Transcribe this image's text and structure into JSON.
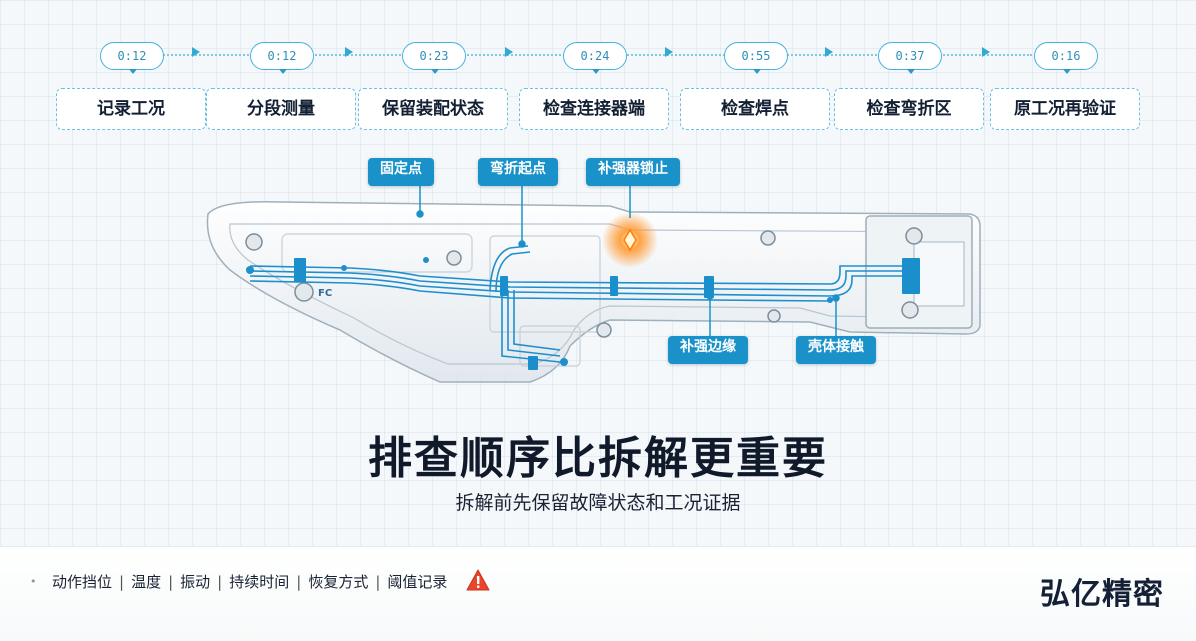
{
  "flow": {
    "steps": [
      {
        "time": "0:12",
        "label": "记录工况"
      },
      {
        "time": "0:12",
        "label": "分段测量"
      },
      {
        "time": "0:23",
        "label": "保留装配状态"
      },
      {
        "time": "0:24",
        "label": "检查连接器端"
      },
      {
        "time": "0:55",
        "label": "检查焊点"
      },
      {
        "time": "0:37",
        "label": "检查弯折区"
      },
      {
        "time": "0:16",
        "label": "原工况再验证"
      }
    ]
  },
  "diagram": {
    "callouts": {
      "fixed_point": "固定点",
      "bend_start": "弯折起点",
      "stiffener_lock": "补强器锁止",
      "stiffener_edge": "补强边缘",
      "shell_contact": "壳体接触"
    },
    "pcb_mark": "FC",
    "colors": {
      "trace": "#1e8fcd",
      "hotspot": "#ff8a1c",
      "callout": "#1a92c9"
    }
  },
  "headline": "排查顺序比拆解更重要",
  "subline": "拆解前先保留故障状态和工况证据",
  "footer": {
    "tags": [
      "动作挡位",
      "温度",
      "振动",
      "持续时间",
      "恢复方式",
      "阈值记录"
    ],
    "warning_icon": "warning-triangle-icon",
    "brand": "弘亿精密"
  }
}
